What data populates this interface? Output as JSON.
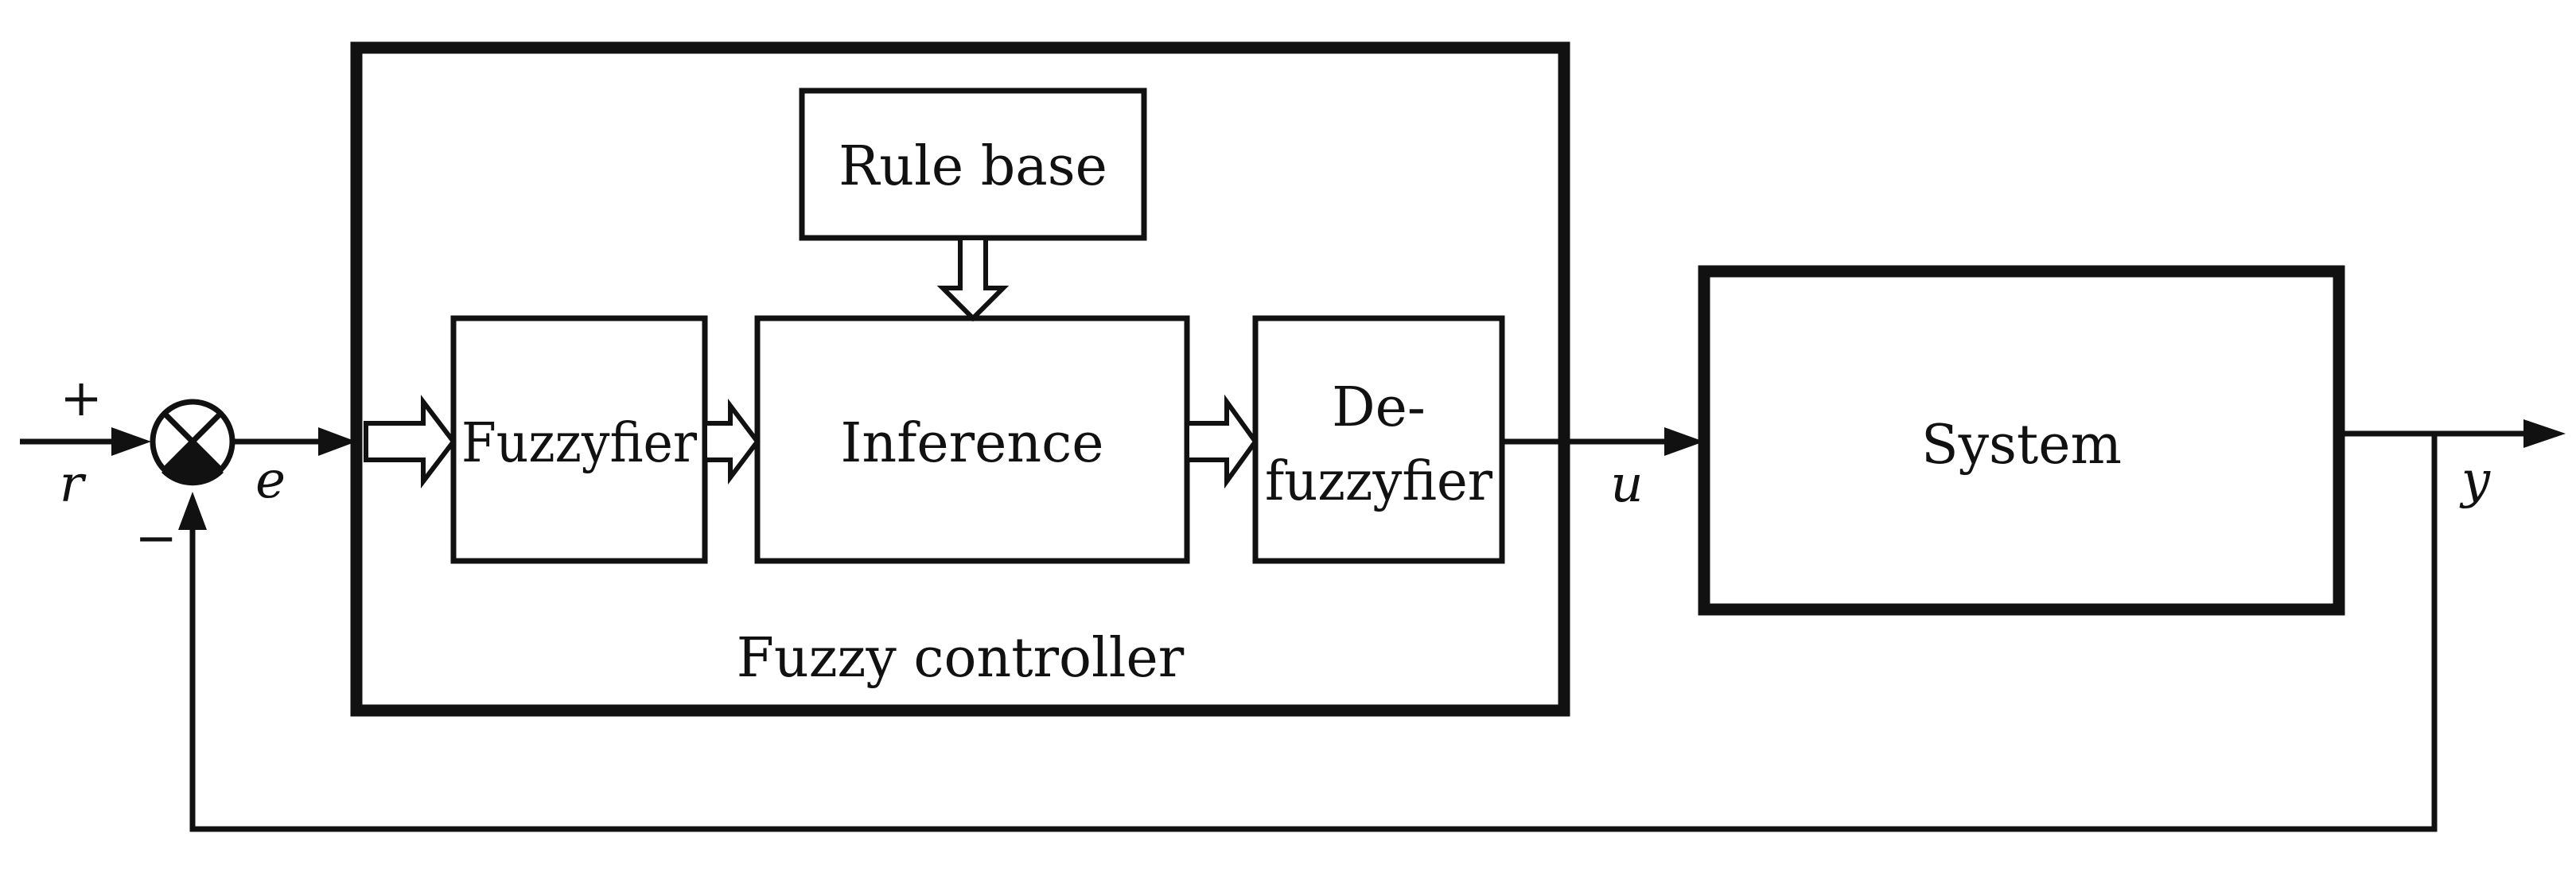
{
  "blocks": {
    "rule_base": "Rule base",
    "fuzzyfier": "Fuzzyfier",
    "inference": "Inference",
    "defuzzyfier_line1": "De-",
    "defuzzyfier_line2": "fuzzyfier",
    "fuzzy_controller": "Fuzzy controller",
    "system": "System"
  },
  "signals": {
    "reference": "r",
    "error": "e",
    "control": "u",
    "output": "y"
  },
  "summing_junction": {
    "plus": "+",
    "minus": "−"
  }
}
